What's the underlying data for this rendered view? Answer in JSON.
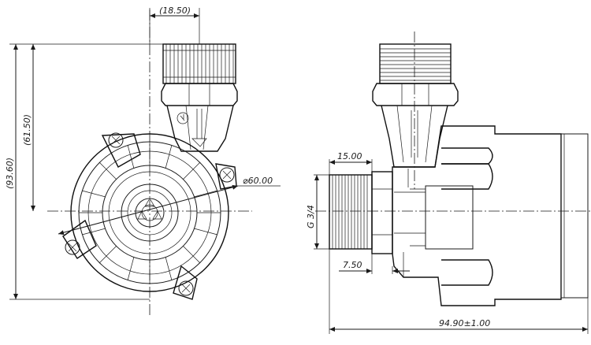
{
  "drawing": {
    "dimensions": {
      "outlet_width": "(18.50)",
      "overall_height": "(93.60)",
      "outlet_height": "(61.50)",
      "impeller_diameter": "⌀60.00",
      "thread_length": "15.00",
      "thread_size": "G 3/4",
      "flange_offset": "7.50",
      "overall_length": "94.90±1.00"
    }
  }
}
